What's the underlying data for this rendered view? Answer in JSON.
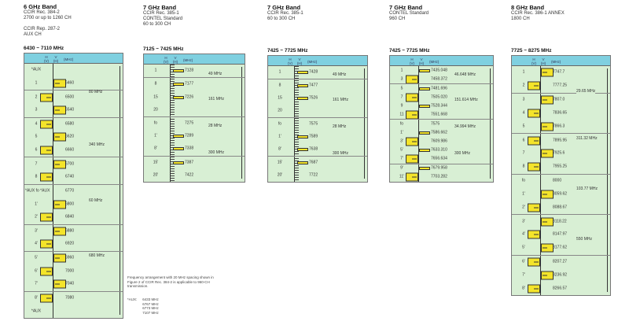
{
  "header_labels": {
    "h": "H\n(V)",
    "v": "V\n(H)",
    "mhz": "(MHz)"
  },
  "panels": [
    {
      "id": "6ghz",
      "title": "6 GHz Band",
      "lines": [
        "CCIR Rec. 384-2",
        "2700 or up to 1260 CH",
        "",
        "CCIR Rep. 287-2",
        "AUX CH"
      ],
      "range": "6430 ~ 7110 MHz",
      "rows": [
        {
          "label": "*AUX",
          "freq": "",
          "pad": "none"
        },
        {
          "label": "1",
          "freq": "6460",
          "pad": "R"
        },
        {
          "label": "2",
          "freq": "6500",
          "pad": "L",
          "sep": true
        },
        {
          "label": "3",
          "freq": "6540",
          "pad": "R"
        },
        {
          "label": "4",
          "freq": "6580",
          "pad": "L",
          "sep": true
        },
        {
          "label": "5",
          "freq": "6620",
          "pad": "R"
        },
        {
          "label": "6",
          "freq": "6660",
          "pad": "L"
        },
        {
          "label": "7",
          "freq": "6700",
          "pad": "R",
          "sep": true
        },
        {
          "label": "8",
          "freq": "6740",
          "pad": "L"
        },
        {
          "label": "*AUX  fo  *AUX",
          "freq": "6770",
          "pad": "none",
          "sep": true
        },
        {
          "label": "1'",
          "freq": "6800",
          "pad": "R"
        },
        {
          "label": "2'",
          "freq": "6840",
          "pad": "L"
        },
        {
          "label": "3'",
          "freq": "6880",
          "pad": "R",
          "sep": true
        },
        {
          "label": "4'",
          "freq": "6920",
          "pad": "L"
        },
        {
          "label": "5'",
          "freq": "6960",
          "pad": "R",
          "sep": true
        },
        {
          "label": "6'",
          "freq": "7000",
          "pad": "L"
        },
        {
          "label": "7'",
          "freq": "7040",
          "pad": "R"
        },
        {
          "label": "8'",
          "freq": "7080",
          "pad": "L",
          "sep": true
        },
        {
          "label": "*AUX",
          "freq": "",
          "pad": "none"
        }
      ],
      "dims": [
        "80 MHz",
        "340 MHz",
        "60 MHz",
        "680 MHz"
      ]
    },
    {
      "id": "7ghz-a",
      "title": "7 GHz Band",
      "lines": [
        "CCIR Rec. 385-1",
        "CONTEL Standard",
        "60 to 300 CH"
      ],
      "range": "7125 ~ 7425 MHz",
      "rows": [
        {
          "label": "1",
          "freq": "7128",
          "pad": "bar"
        },
        {
          "label": "8",
          "freq": "7177",
          "pad": "bar",
          "sep": true
        },
        {
          "label": "15",
          "freq": "7226",
          "pad": "bar"
        },
        {
          "label": "20",
          "freq": "",
          "pad": "none"
        },
        {
          "label": "fo",
          "freq": "7275",
          "pad": "none",
          "sep": true
        },
        {
          "label": "1'",
          "freq": "7289",
          "pad": "bar"
        },
        {
          "label": "8'",
          "freq": "7338",
          "pad": "bar"
        },
        {
          "label": "15'",
          "freq": "7387",
          "pad": "bar",
          "sep": true
        },
        {
          "label": "20'",
          "freq": "7422",
          "pad": "none"
        }
      ],
      "dims": [
        "49 MHz",
        "161 MHz",
        "28 MHz",
        "300 MHz"
      ]
    },
    {
      "id": "7ghz-b",
      "title": "7 GHz Band",
      "lines": [
        "CCIR Rec. 385-1",
        "60 to 300 CH"
      ],
      "range": "7425 ~ 7725 MHz",
      "rows": [
        {
          "label": "1",
          "freq": "7428",
          "pad": "bar"
        },
        {
          "label": "8",
          "freq": "7477",
          "pad": "bar",
          "sep": true
        },
        {
          "label": "15",
          "freq": "7526",
          "pad": "bar"
        },
        {
          "label": "20",
          "freq": "",
          "pad": "none"
        },
        {
          "label": "fo",
          "freq": "7575",
          "pad": "none",
          "sep": true
        },
        {
          "label": "1'",
          "freq": "7589",
          "pad": "bar"
        },
        {
          "label": "8'",
          "freq": "7638",
          "pad": "bar"
        },
        {
          "label": "15'",
          "freq": "7687",
          "pad": "bar",
          "sep": true
        },
        {
          "label": "20'",
          "freq": "7722",
          "pad": "none"
        }
      ],
      "dims": [
        "49 MHz",
        "161 MHz",
        "28 MHz",
        "300 MHz"
      ]
    },
    {
      "id": "7ghz-c",
      "title": "7 GHz Band",
      "lines": [
        "CONTEL Standard",
        "960 CH"
      ],
      "range": "7425 ~ 7725 MHz",
      "rows": [
        {
          "label": "1",
          "freq": "7435.048",
          "pad": "bar"
        },
        {
          "label": "3",
          "freq": "7458.372",
          "pad": "L"
        },
        {
          "label": "5",
          "freq": "7481.696",
          "pad": "bar",
          "sep": true
        },
        {
          "label": "7",
          "freq": "7505.020",
          "pad": "L"
        },
        {
          "label": "9",
          "freq": "7528.344",
          "pad": "bar"
        },
        {
          "label": "11",
          "freq": "7551.668",
          "pad": "L"
        },
        {
          "label": "fo",
          "freq": "7575",
          "pad": "none",
          "sep": true
        },
        {
          "label": "1'",
          "freq": "7586.662",
          "pad": "bar"
        },
        {
          "label": "3'",
          "freq": "7609.986",
          "pad": "L"
        },
        {
          "label": "5'",
          "freq": "7633.310",
          "pad": "bar"
        },
        {
          "label": "7'",
          "freq": "7656.634",
          "pad": "L"
        },
        {
          "label": "9'",
          "freq": "7679.958",
          "pad": "bar",
          "sep": true
        },
        {
          "label": "11'",
          "freq": "7703.282",
          "pad": "L"
        }
      ],
      "dims": [
        "46.648 MHz",
        "151.614 MHz",
        "34.994 MHz",
        "300 MHz"
      ]
    },
    {
      "id": "8ghz",
      "title": "8 GHz Band",
      "lines": [
        "CCIR Rec. 386-1 ANNEX",
        "1800 CH"
      ],
      "range": "7725 ~ 8275 MHz",
      "rows": [
        {
          "label": "1",
          "freq": "7747.7",
          "pad": "R"
        },
        {
          "label": "2",
          "freq": "7777.25",
          "pad": "L"
        },
        {
          "label": "3",
          "freq": "7807.0",
          "pad": "R",
          "sep": true
        },
        {
          "label": "4",
          "freq": "7836.65",
          "pad": "L"
        },
        {
          "label": "5",
          "freq": "7866.3",
          "pad": "R"
        },
        {
          "label": "6",
          "freq": "7895.95",
          "pad": "L",
          "sep": true
        },
        {
          "label": "7",
          "freq": "7925.6",
          "pad": "R"
        },
        {
          "label": "8",
          "freq": "7955.25",
          "pad": "L"
        },
        {
          "label": "fo",
          "freq": "8000",
          "pad": "none",
          "sep": true
        },
        {
          "label": "1'",
          "freq": "8059.62",
          "pad": "R"
        },
        {
          "label": "2'",
          "freq": "8088.67",
          "pad": "L"
        },
        {
          "label": "3'",
          "freq": "8118.22",
          "pad": "R",
          "sep": true
        },
        {
          "label": "4'",
          "freq": "8147.97",
          "pad": "L"
        },
        {
          "label": "5'",
          "freq": "8177.62",
          "pad": "R"
        },
        {
          "label": "6'",
          "freq": "8207.27",
          "pad": "L",
          "sep": true
        },
        {
          "label": "7'",
          "freq": "8236.92",
          "pad": "R"
        },
        {
          "label": "8'",
          "freq": "8266.57",
          "pad": "L"
        }
      ],
      "dims": [
        "29.65 MHz",
        "311.32 MHz",
        "103.77 MHz",
        "550 MHz"
      ]
    }
  ],
  "footnote": "Frequency arrangement with 20 MHz spacing shown in Figure 2 of CCIR Rec. 384-2 is applicable to 960-CH transmission.",
  "aux_note": {
    "label": "*AUX:",
    "values": [
      "6433 MHz",
      "6767 MHz",
      "6773 MHz",
      "7107 MHz"
    ]
  }
}
